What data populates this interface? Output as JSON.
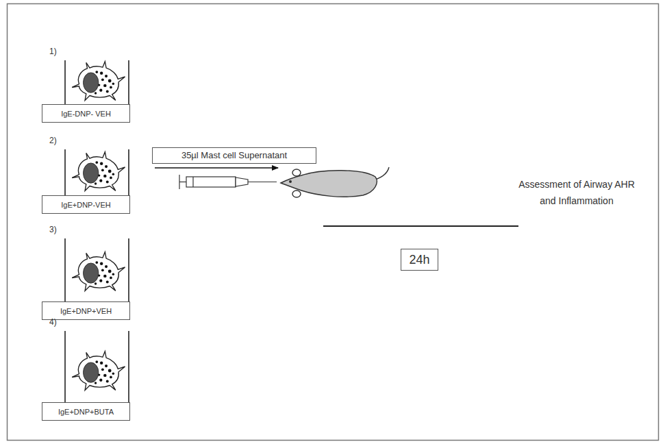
{
  "diagram": {
    "nodes": [
      {
        "text": [
          "IgE-DNP- VEH"
        ]
      },
      {
        "text": [
          "IgE+DNP-VEH"
        ]
      },
      {
        "text": [
          "IgE+DNP+VEH"
        ]
      },
      {
        "text": [
          "IgE+DNP+BUTA"
        ]
      },
      {
        "text": [
          "35µl Mast cell Supernatant"
        ]
      },
      {
        "text": [
          "24h"
        ]
      }
    ],
    "labels": [
      "1)",
      "2)",
      "3)",
      "4)",
      "Assessment of Airway AHR and Inflammation"
    ]
  }
}
